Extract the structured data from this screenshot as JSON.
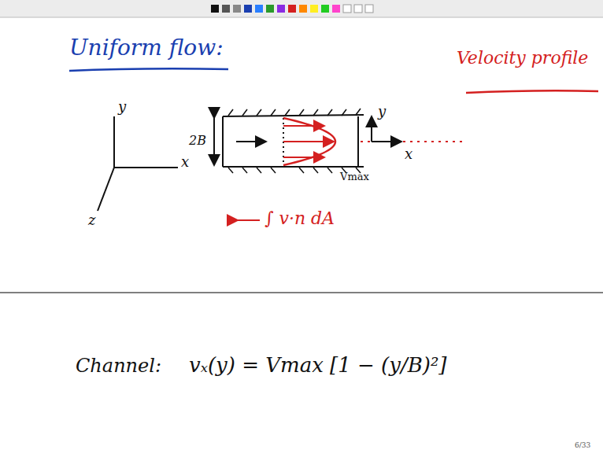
{
  "diagram": {
    "title": "Uniform flow:",
    "labels": [
      "Velocity profile",
      "y",
      "x",
      "z",
      "2B",
      "y",
      "x",
      "Vmax",
      "∫ v·n dA",
      "Channel:",
      "vₓ(y) = Vmax [1 − (y/B)²]",
      "6/33"
    ]
  }
}
